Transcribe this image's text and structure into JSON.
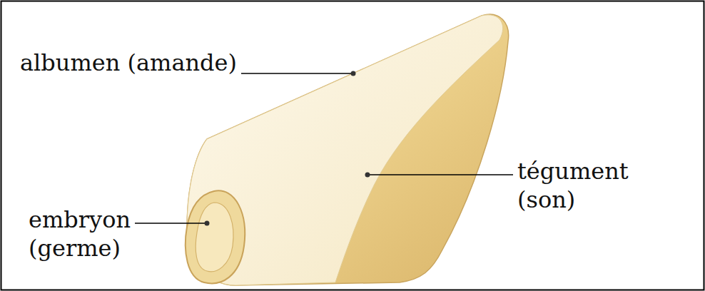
{
  "diagram": {
    "labels": [
      "albumen (amande)",
      "tégument (son)",
      "embryon (germe)"
    ]
  }
}
